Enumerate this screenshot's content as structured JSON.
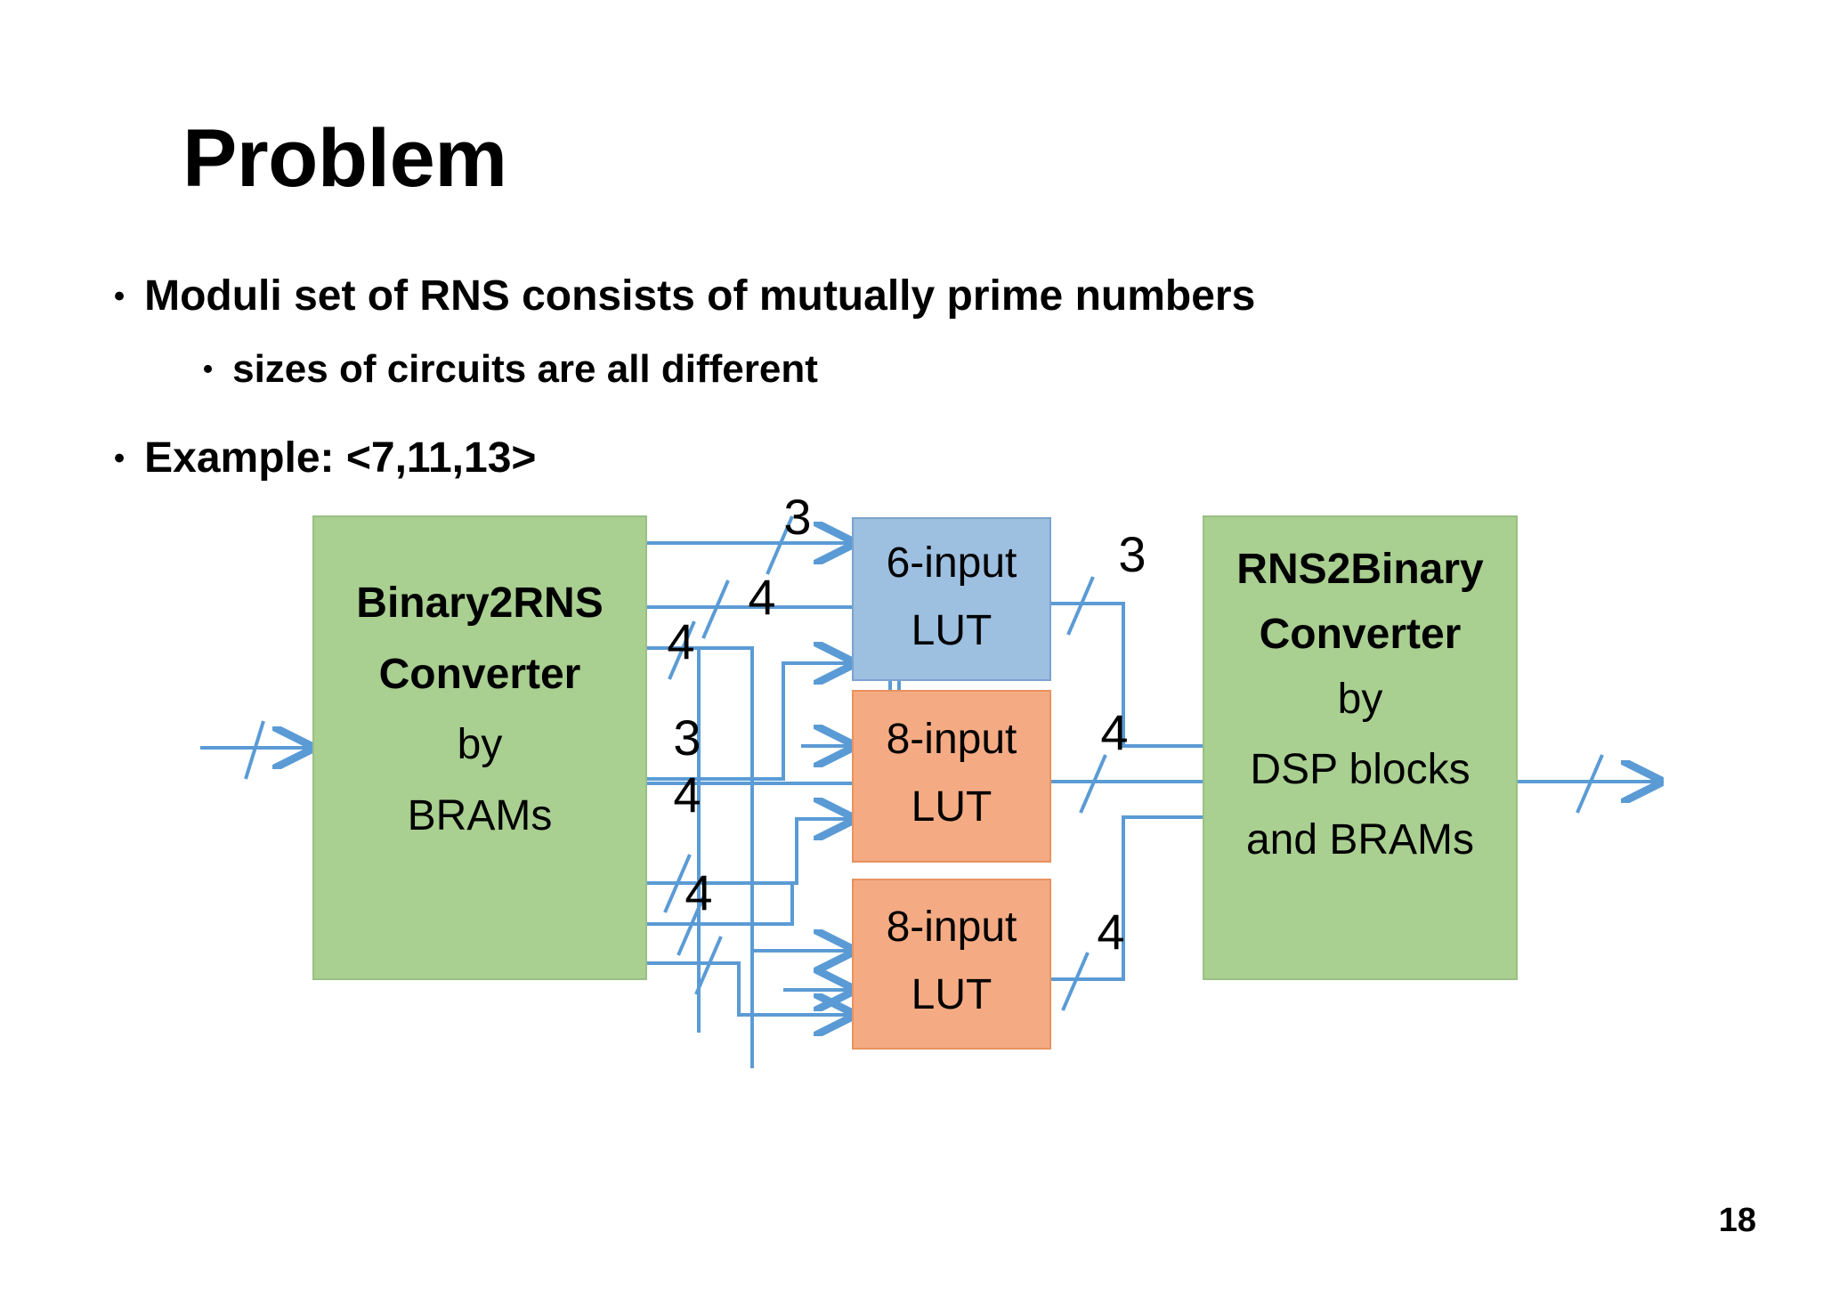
{
  "slide": {
    "title": "Problem",
    "page_number": "18",
    "bullets": [
      {
        "marker": "•",
        "text": "Moduli set of RNS consists of mutually prime numbers",
        "level": 1
      },
      {
        "marker": "•",
        "text": "sizes of circuits are all different",
        "level": 2
      },
      {
        "marker": "•",
        "text": "Example: <7,11,13>",
        "level": 1
      }
    ]
  },
  "diagram": {
    "colors": {
      "green_fill": "#a9cf91",
      "green_stroke": "#9bbf85",
      "blue_fill": "#9dbfe0",
      "blue_stroke": "#7ba3cc",
      "orange_fill": "#f4ab84",
      "orange_stroke": "#e8925f",
      "wire": "#5b9bd5"
    },
    "blocks": {
      "binary2rns": {
        "lines": [
          {
            "text": "Binary2RNS",
            "bold": true
          },
          {
            "text": "Converter",
            "bold": true
          },
          {
            "text": "by",
            "bold": false
          },
          {
            "text": "BRAMs",
            "bold": false
          }
        ]
      },
      "lut_top": {
        "lines": [
          {
            "text": "6-input",
            "bold": false
          },
          {
            "text": "LUT",
            "bold": false
          }
        ]
      },
      "lut_mid": {
        "lines": [
          {
            "text": "8-input",
            "bold": false
          },
          {
            "text": "LUT",
            "bold": false
          }
        ]
      },
      "lut_bottom": {
        "lines": [
          {
            "text": "8-input",
            "bold": false
          },
          {
            "text": "LUT",
            "bold": false
          }
        ]
      },
      "rns2binary": {
        "lines": [
          {
            "text": "RNS2Binary",
            "bold": true
          },
          {
            "text": "Converter",
            "bold": true
          },
          {
            "text": "by",
            "bold": false
          },
          {
            "text": "DSP blocks",
            "bold": false
          },
          {
            "text": "and BRAMs",
            "bold": false
          }
        ]
      }
    },
    "bus_labels": {
      "left_top_3": "3",
      "left_4a": "4",
      "left_4b": "4",
      "left_3": "3",
      "left_4c": "4",
      "left_4d": "4",
      "right_3": "3",
      "right_4a": "4",
      "right_4b": "4"
    }
  }
}
